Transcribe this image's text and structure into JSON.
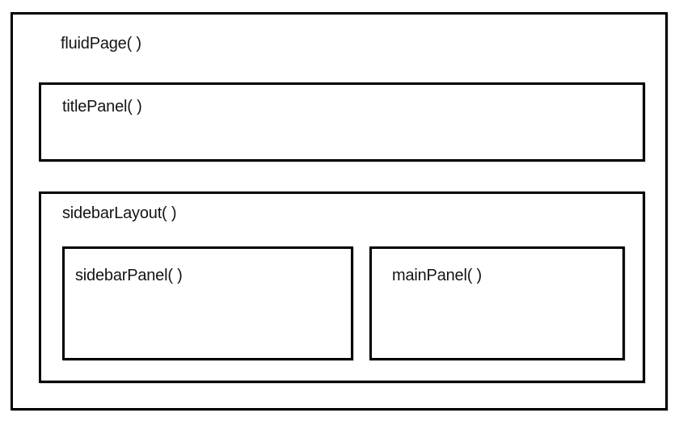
{
  "colors": {
    "border": "#000000",
    "text": "#141414",
    "background": "#ffffff"
  },
  "diagram": {
    "fluid_page": {
      "label": "fluidPage( )"
    },
    "title_panel": {
      "label": "titlePanel( )"
    },
    "sidebar_layout": {
      "label": "sidebarLayout( )"
    },
    "sidebar_panel": {
      "label": "sidebarPanel( )"
    },
    "main_panel": {
      "label": "mainPanel( )"
    }
  }
}
